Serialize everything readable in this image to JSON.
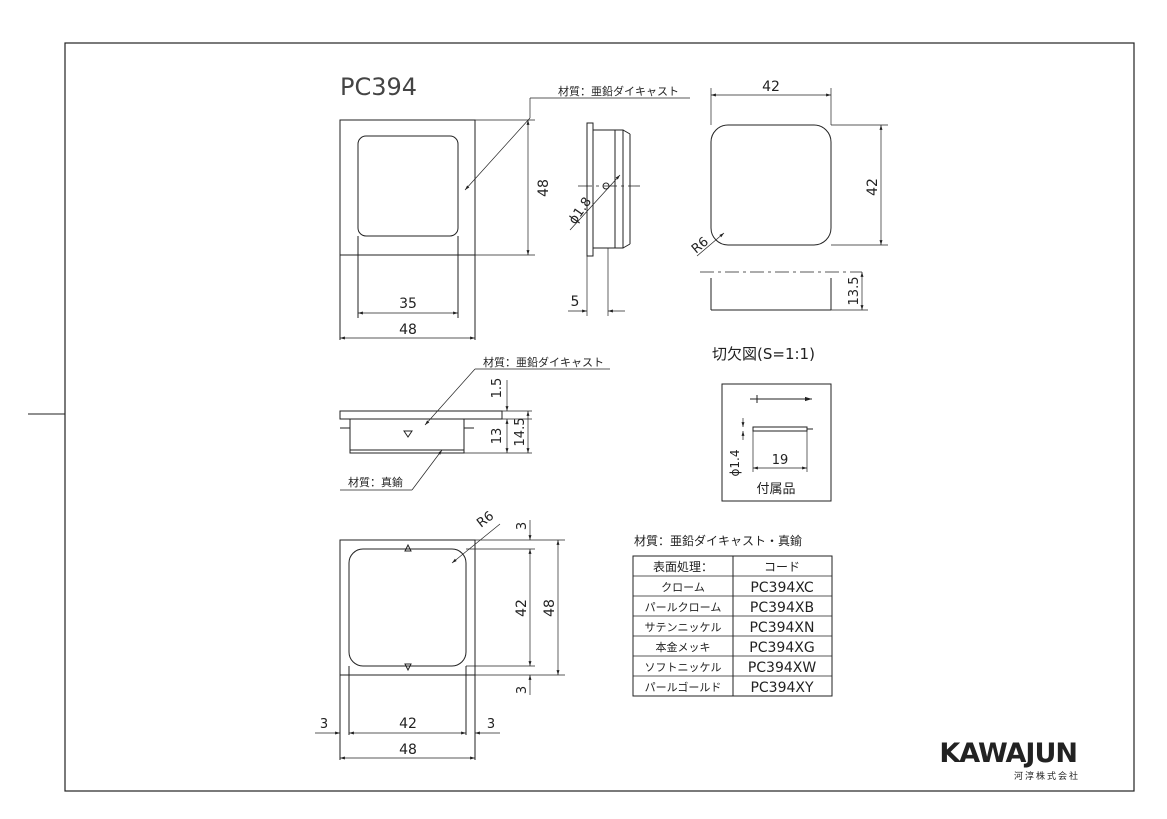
{
  "part_number": "PC394",
  "material_zinc": "材質：亜鉛ダイキャスト",
  "material_brass": "材質：真鍮",
  "material_both": "材質：亜鉛ダイキャスト・真鍮",
  "cutout_title": "切欠図(S=1:1)",
  "accessory_label": "付属品",
  "dims": {
    "d48": "48",
    "d35": "35",
    "d42": "42",
    "d5": "5",
    "d3": "3",
    "d1_5": "1.5",
    "d13": "13",
    "d14_5": "14.5",
    "d13_5": "13.5",
    "d19": "19",
    "r6": "R6",
    "phi1_8": "ϕ1.8",
    "phi1_4": "ϕ1.4"
  },
  "finish_table": {
    "headers": [
      "表面処理：",
      "コード"
    ],
    "rows": [
      [
        "クローム",
        "PC394XC"
      ],
      [
        "パールクローム",
        "PC394XB"
      ],
      [
        "サテンニッケル",
        "PC394XN"
      ],
      [
        "本金メッキ",
        "PC394XG"
      ],
      [
        "ソフトニッケル",
        "PC394XW"
      ],
      [
        "パールゴールド",
        "PC394XY"
      ]
    ]
  },
  "logo": {
    "name": "KAWAJUN",
    "sub": "河淳株式会社"
  }
}
